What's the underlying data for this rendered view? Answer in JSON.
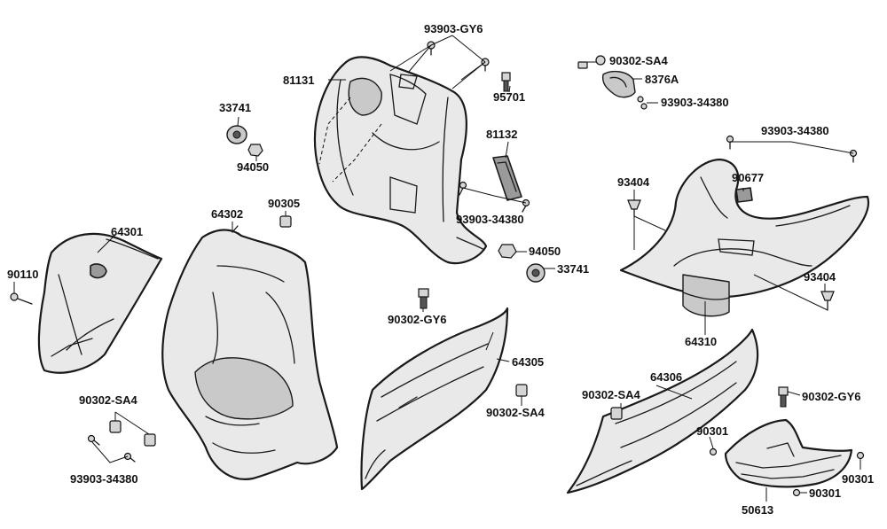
{
  "labels": {
    "l93903_gy6": "93903-GY6",
    "l81131": "81131",
    "l95701": "95701",
    "l90302_sa4_top": "90302-SA4",
    "l8376a": "8376A",
    "l93903_34380_top": "93903-34380",
    "l33741_top": "33741",
    "l94050_top": "94050",
    "l81132": "81132",
    "l93903_34380_right": "93903-34380",
    "l93404_top": "93404",
    "l90677": "90677",
    "l64302": "64302",
    "l90305": "90305",
    "l93903_34380_mid": "93903-34380",
    "l64301": "64301",
    "l94050_mid": "94050",
    "l33741_mid": "33741",
    "l90110": "90110",
    "l90302_gy6_mid": "90302-GY6",
    "l93404_right": "93404",
    "l64310": "64310",
    "l64305": "64305",
    "l64306": "64306",
    "l90302_sa4_left": "90302-SA4",
    "l90302_sa4_mid": "90302-SA4",
    "l90302_sa4_right": "90302-SA4",
    "l90302_gy6_right": "90302-GY6",
    "l90301_left": "90301",
    "l90301_right": "90301",
    "l93903_34380_left": "93903-34380",
    "l50613": "50613",
    "l90301_bottom": "90301"
  },
  "colors": {
    "line": "#1a1a1a",
    "part_fill": "#e9e9e9",
    "part_shade": "#9a9a9a"
  }
}
